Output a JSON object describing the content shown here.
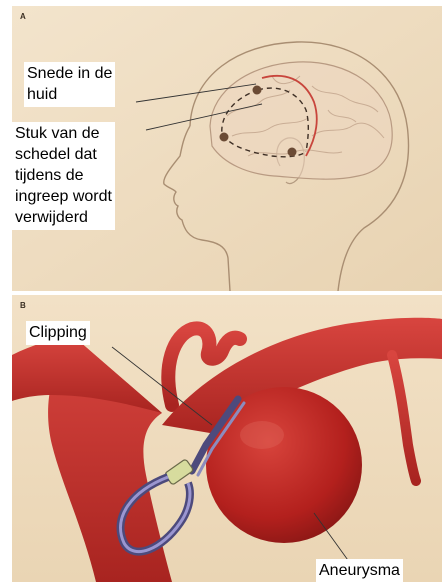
{
  "panels": [
    {
      "letter": "A"
    },
    {
      "letter": "B"
    }
  ],
  "labels": {
    "incision": [
      "Snede in de",
      "huid"
    ],
    "skull_piece": [
      "Stuk van de",
      "schedel dat",
      "tijdens de",
      "ingreep wordt",
      "verwijderd"
    ],
    "clipping": "Clipping",
    "aneurysm": "Aneurysma"
  },
  "colors": {
    "parchment": "#f0dfc4",
    "artery": "#c82e2a",
    "aneurysm": "#b8221f",
    "clip": "#6f6aa8"
  }
}
